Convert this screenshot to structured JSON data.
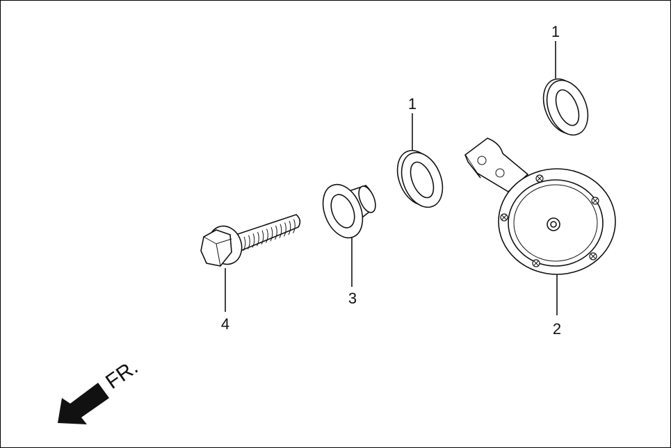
{
  "callouts": {
    "washer_top": "1",
    "washer_middle": "1",
    "horn": "2",
    "collar": "3",
    "bolt": "4"
  },
  "direction": {
    "label": "FR.",
    "icon": "arrow-down-left-icon"
  }
}
